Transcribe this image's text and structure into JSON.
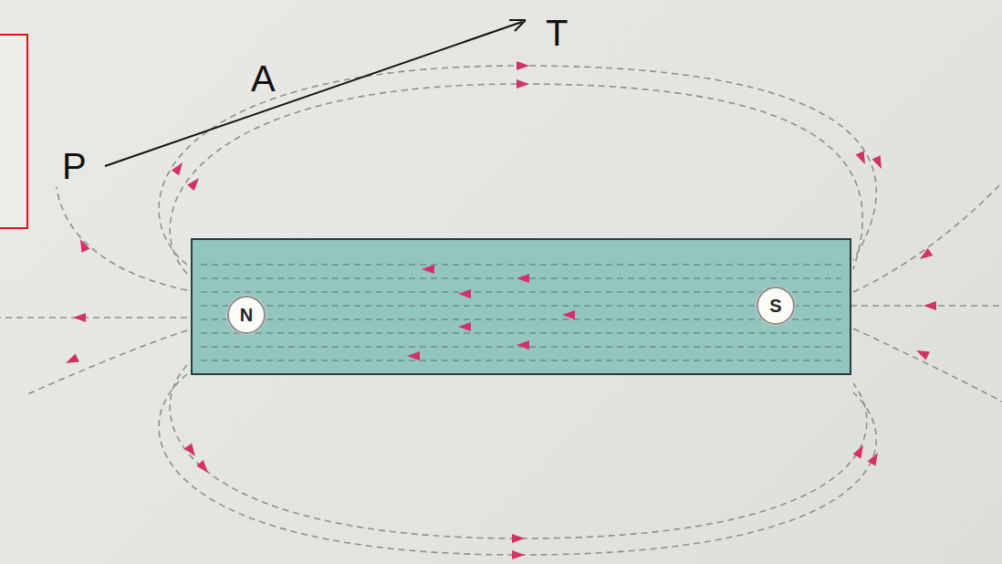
{
  "diagram": {
    "nodes": [
      {
        "text": [
          "N"
        ]
      },
      {
        "text": [
          "S"
        ]
      }
    ],
    "labels": [
      "P",
      "A",
      "T"
    ]
  }
}
